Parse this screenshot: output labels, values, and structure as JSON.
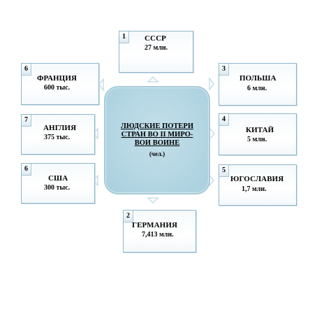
{
  "center": {
    "title": "ЛЮДСКИЕ ПОТЕРИ СТРАН ВО II МИРО-ВОИ ВОИНЕ",
    "unit": "(чел.)"
  },
  "boxes": {
    "ussr": {
      "num": "1",
      "name": "СССР",
      "value": "27 млн."
    },
    "poland": {
      "num": "3",
      "name": "ПОЛЬША",
      "value": "6 млн."
    },
    "china": {
      "num": "4",
      "name": "КИТАЙ",
      "value": "5 млн."
    },
    "yugoslavia": {
      "num": "5",
      "name": "ЮГОСЛАВИЯ",
      "value": "1,7 млн."
    },
    "germany": {
      "num": "2",
      "name": "ГЕРМАНИЯ",
      "value": "7,413 млн."
    },
    "usa": {
      "num": "6",
      "name": "США",
      "value": "300 тыс."
    },
    "england": {
      "num": "7",
      "name": "АНГЛИЯ",
      "value": "375 тыс."
    },
    "france": {
      "num": "6",
      "name": "ФРАНЦИЯ",
      "value": "600 тыс."
    }
  },
  "colors": {
    "border": "#8fb6c9",
    "center_fill": "#b4d6e3",
    "arrow": "#bcd6e2"
  }
}
